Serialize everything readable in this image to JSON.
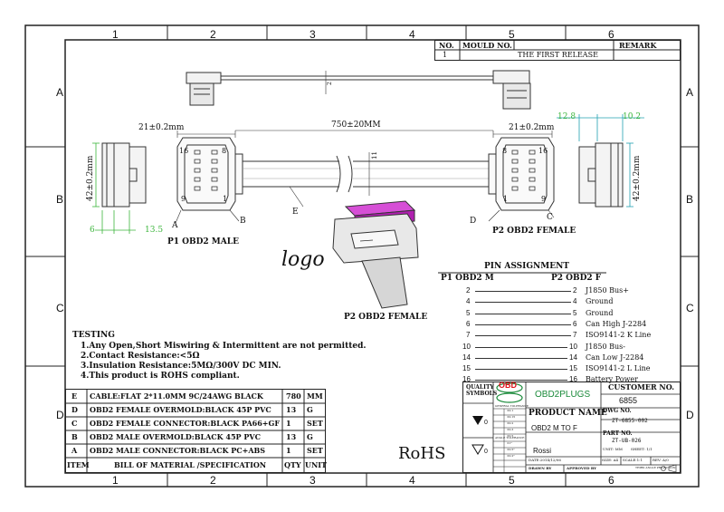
{
  "grid": {
    "columns": [
      "1",
      "2",
      "3",
      "4",
      "5",
      "6"
    ],
    "rows": [
      "A",
      "B",
      "C",
      "D"
    ]
  },
  "revision_table": {
    "headers": {
      "no": "NO.",
      "mould_no": "MOULD NO.",
      "remark": "REMARK"
    },
    "row": {
      "no": "1",
      "description": "THE FIRST RELEASE"
    }
  },
  "dimensions": {
    "side_cable_mark": "2",
    "left_len": "21±0.2mm",
    "total_len": "750±20MM",
    "right_len": "21±0.2mm",
    "right_w1": "12.8",
    "right_w2": "10.2",
    "left_height": "42±0.2mm",
    "right_height": "42±0.2mm",
    "left_w1": "6",
    "left_w2": "13.5",
    "cable_w": "11"
  },
  "connectors": {
    "p1_label": "P1  OBD2  MALE",
    "p2_label": "P2  OBD2  FEMALE",
    "p2_bottom_label": "P2  OBD2  FEMALE",
    "logo": "logo",
    "p1_pins": {
      "tl": "16",
      "tr": "8",
      "bl": "9",
      "br": "1"
    },
    "p2_pins": {
      "tl": "8",
      "tr": "16",
      "bl": "1",
      "br": "9"
    },
    "p1_points": {
      "a": "A",
      "b": "B"
    },
    "p2_points": {
      "d": "D",
      "c": "C"
    },
    "cable_point": "E"
  },
  "pin_assignment": {
    "title": "PIN  ASSIGNMENT",
    "col1": "P1  OBD2  M",
    "col2": "P2  OBD2  F",
    "rows": [
      {
        "p1": "2",
        "p2": "2",
        "signal": "J1850 Bus+"
      },
      {
        "p1": "4",
        "p2": "4",
        "signal": "Ground"
      },
      {
        "p1": "5",
        "p2": "5",
        "signal": "Ground"
      },
      {
        "p1": "6",
        "p2": "6",
        "signal": "Can High  J-2284"
      },
      {
        "p1": "7",
        "p2": "7",
        "signal": "ISO9141-2 K Line"
      },
      {
        "p1": "10",
        "p2": "10",
        "signal": "J1850 Bus-"
      },
      {
        "p1": "14",
        "p2": "14",
        "signal": "Can Low  J-2284"
      },
      {
        "p1": "15",
        "p2": "15",
        "signal": "ISO9141-2 L Line"
      },
      {
        "p1": "16",
        "p2": "16",
        "signal": "Battery Power"
      }
    ]
  },
  "testing": {
    "title": "TESTING",
    "items": [
      "1.Any Open,Short Miswiring & Intermittent are not permitted.",
      "2.Contact Resistance:<5Ω",
      "3.Insulation Resistance:5MΩ/300V DC MIN.",
      "4.This product is ROHS compliant."
    ]
  },
  "bom": {
    "rows": [
      {
        "item": "E",
        "spec": "CABLE:FLAT 2*11.0MM 9C/24AWG  BLACK",
        "qty": "780",
        "unit": "MM"
      },
      {
        "item": "D",
        "spec": "OBD2 FEMALE OVERMOLD:BLACK 45P PVC",
        "qty": "13",
        "unit": "G"
      },
      {
        "item": "C",
        "spec": "OBD2 FEMALE CONNECTOR:BLACK PA66+GF",
        "qty": "1",
        "unit": "SET"
      },
      {
        "item": "B",
        "spec": "OBD2 MALE OVERMOLD:BLACK 45P PVC",
        "qty": "13",
        "unit": "G"
      },
      {
        "item": "A",
        "spec": "OBD2 MALE CONNECTOR:BLACK PC+ABS",
        "qty": "1",
        "unit": "SET"
      }
    ],
    "header": {
      "item": "ITEM",
      "spec": "BILL OF MATERIAL /SPECIFICATION",
      "qty": "QTY",
      "unit": "UNIT"
    }
  },
  "rohs": "RoHS",
  "title_block": {
    "quality_symbols": "QUALITY SYMBOLS",
    "logo_text": "OBD",
    "company": "OBD2PLUGS",
    "customer_no_label": "CUSTOMER NO.",
    "customer_no": "6855",
    "product_name_label": "PRODUCT  NAME",
    "product_name": "OBD2 M TO F",
    "dwg_no_label": "DWG NO.",
    "dwg_no": "ZT-6855-002",
    "part_no_label": "PART NO.",
    "part_no": "ZT-UB-026",
    "drawn_by": "Rossi",
    "symbol1": "0",
    "symbol2": "0",
    "unit": "UNIT: MM",
    "sheet": "SHEET: 1/1",
    "size": "SIZE: A4",
    "scale": "SCALE:1:1",
    "rev": "REV: A/0",
    "date": "DATE:2014/12/06",
    "drawn_label": "DRAWN BY",
    "approved_label": "APPROVED BY",
    "projection": "THIRD ANGLE PROJECTION",
    "tol_title": "GENERAL TOLERANCE",
    "angle_title": "ANGLE TOLERANCE",
    "tol_rows": [
      "±0.1",
      "±0.15",
      "±0.2",
      "±0.3",
      "±0.5"
    ],
    "angle_rows": [
      "±1°",
      "±0.5°",
      "±0.2°"
    ],
    "brand_color": "#e0101a",
    "brand_green": "#1a8a3a"
  },
  "colors": {
    "dim_green": "#3cb53c",
    "dim_cyan": "#20a0b0",
    "magenta": "#c000c0"
  }
}
